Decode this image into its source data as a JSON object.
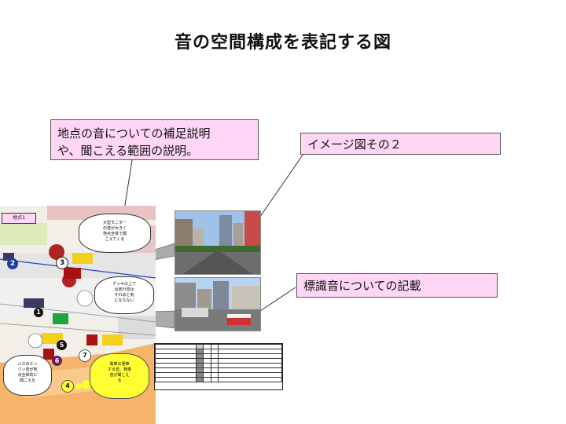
{
  "title": "音の空間構成を表記する図",
  "callouts": {
    "supplement": "地点の音についての補足説明\nや、聞こえる範囲の説明。",
    "image_two": "イメージ図その２",
    "sign_sound": "標識音についての記載"
  },
  "map": {
    "point_label": "地点1",
    "markers": [
      "1",
      "2",
      "3",
      "4",
      "5",
      "6",
      "7"
    ],
    "bubbles": [
      "大型モニター\nの音が大きく\n地点全体で聞\nこえてくる",
      "デッキの上で\nは走行音は\nそれほど気\nにならない",
      "バスのエン\nジン音が地\n点全体的に\n聞こえる",
      "電車の発車\nする音、発車\n音が聞こえ\nる"
    ]
  },
  "colors": {
    "callout_fill": "#ffd6f6",
    "bubble_fill": "#ffff33",
    "route_line": "#2244cc",
    "road": "#f6b46a"
  }
}
